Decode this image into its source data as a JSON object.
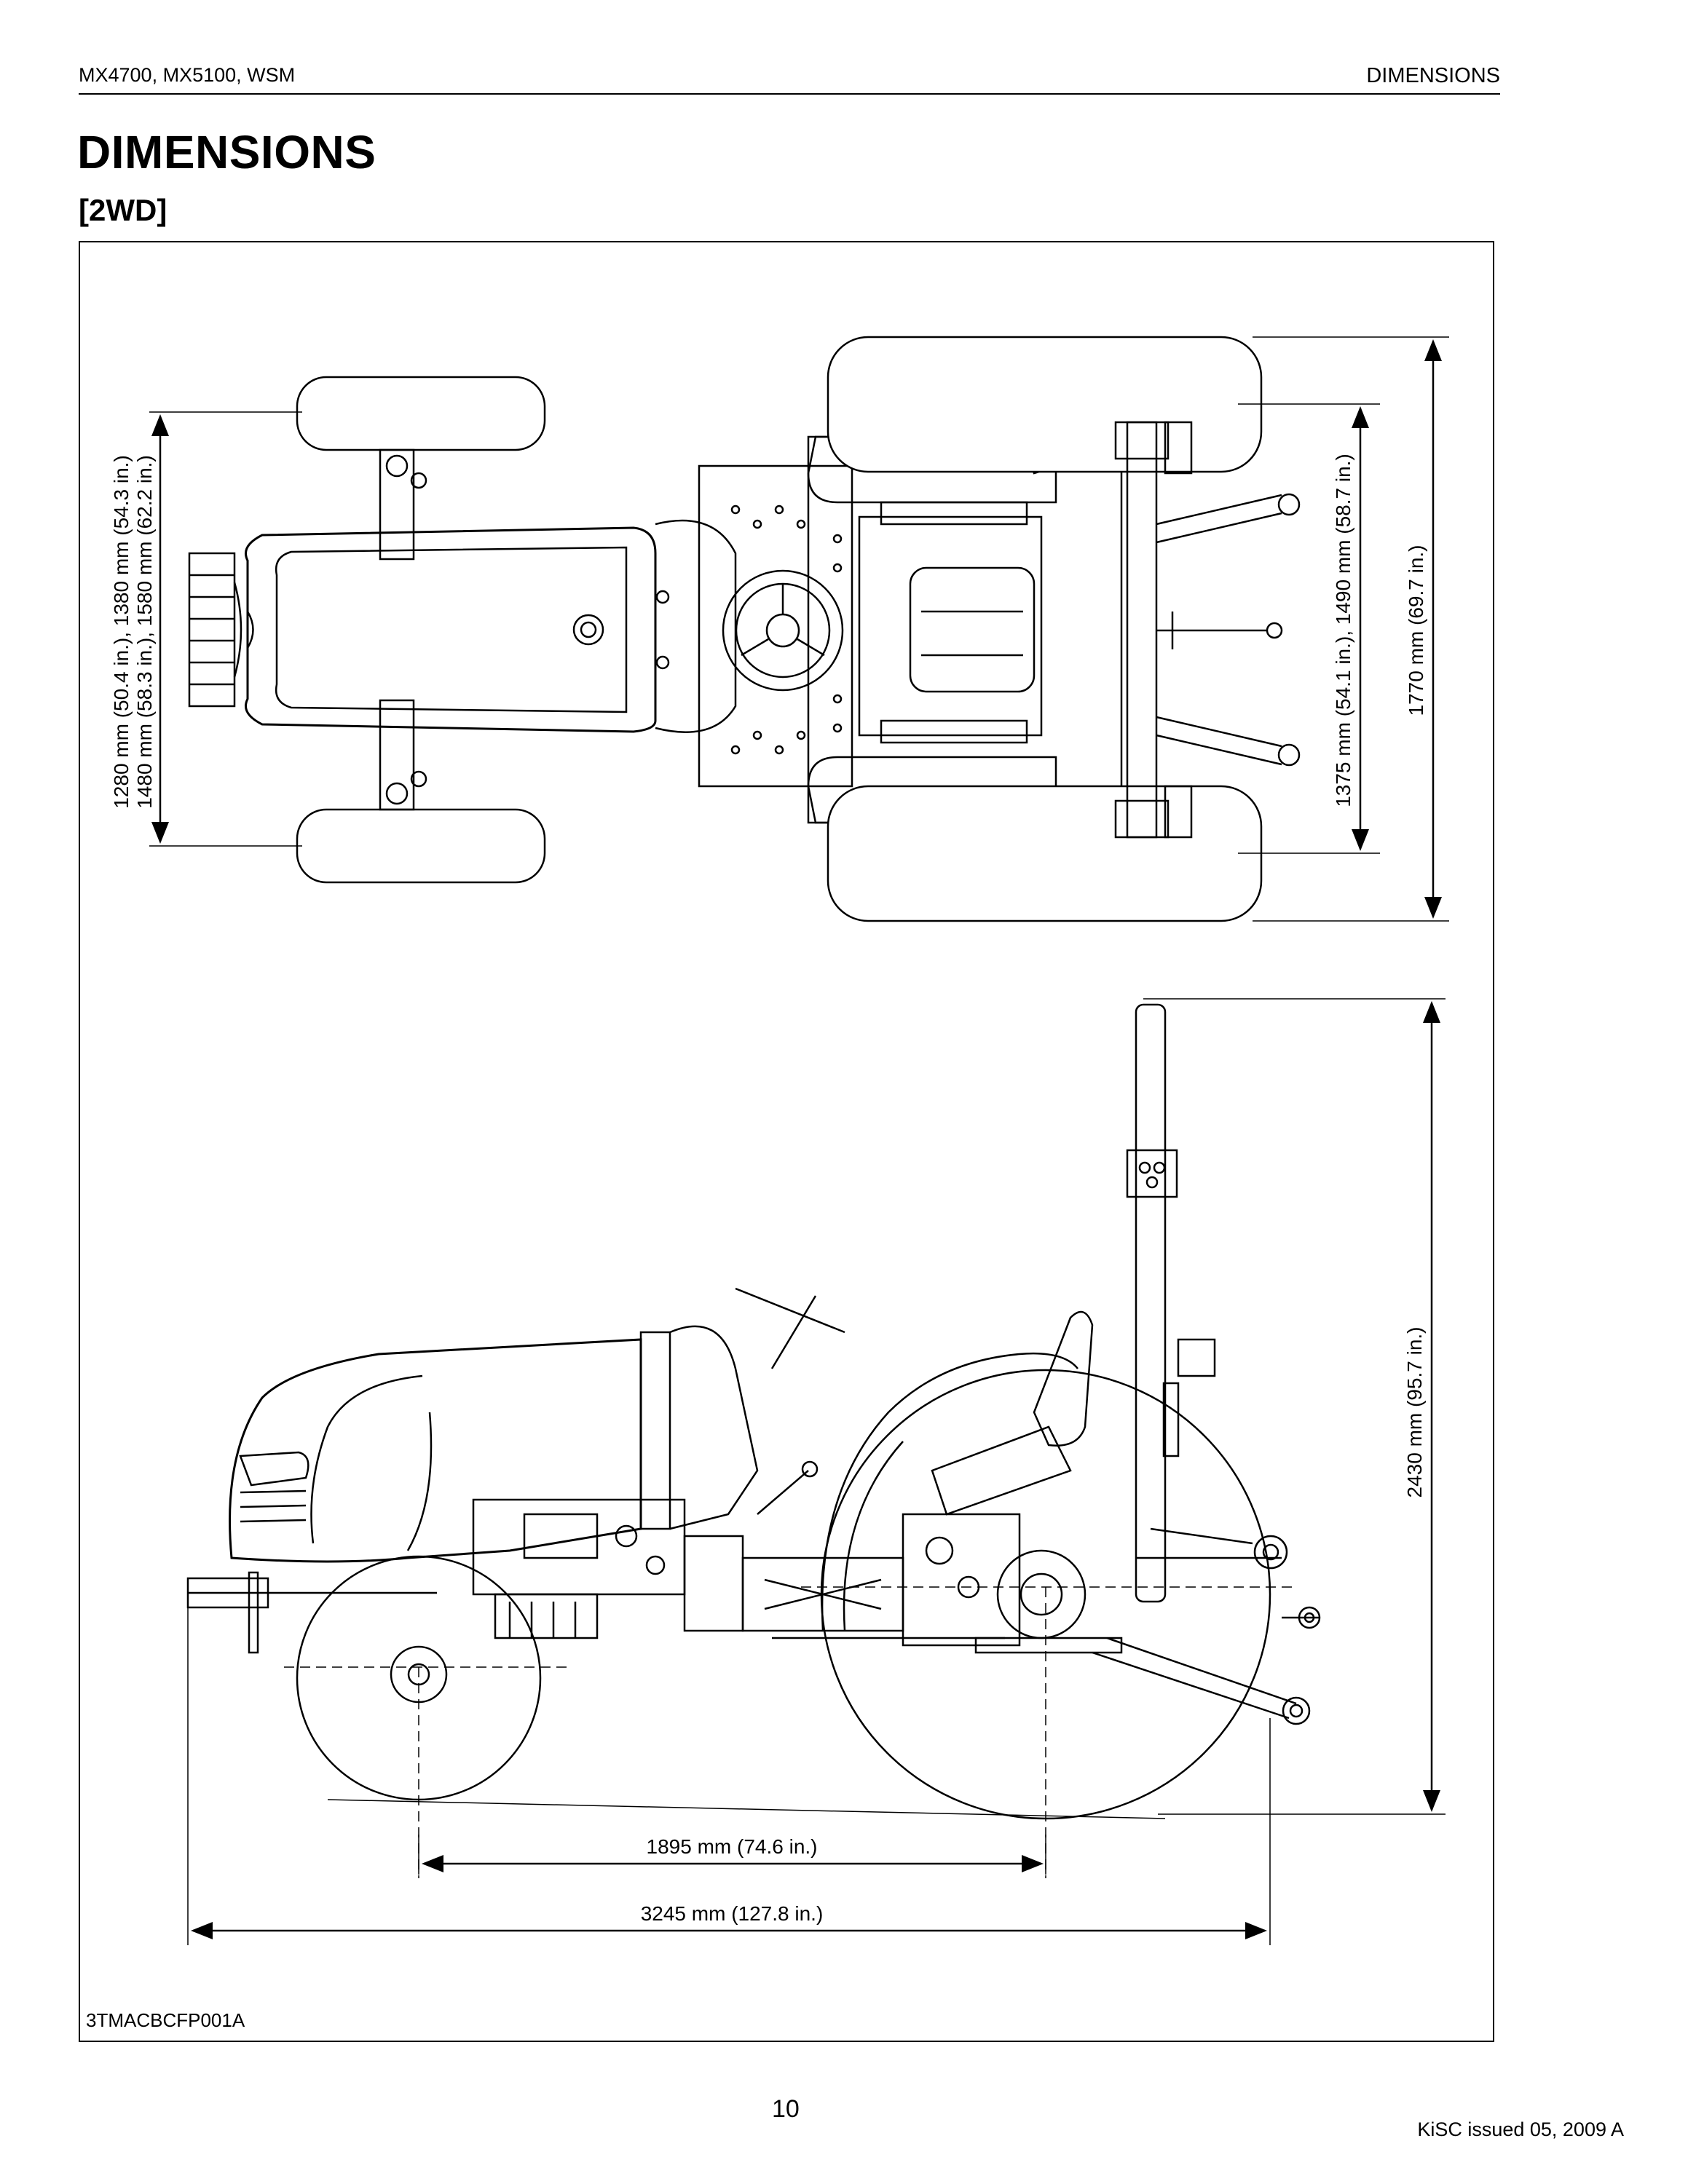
{
  "header": {
    "left": "MX4700, MX5100, WSM",
    "right": "DIMENSIONS"
  },
  "title": "DIMENSIONS",
  "subtitle": "[2WD]",
  "dimensions": {
    "front_tread": "1280 mm (50.4 in.), 1380 mm (54.3 in.)",
    "front_tread_2": "1480 mm (58.3 in.), 1580 mm (62.2 in.)",
    "rear_tread": "1375 mm (54.1 in.), 1490 mm (58.7 in.)",
    "overall_width": "1770 mm (69.7 in.)",
    "overall_height": "2430 mm (95.7 in.)",
    "wheelbase": "1895 mm (74.6 in.)",
    "overall_length": "3245 mm (127.8 in.)"
  },
  "figure_code": "3TMACBCFP001A",
  "footer": {
    "page_number": "10",
    "issue": "KiSC issued 05, 2009 A"
  }
}
